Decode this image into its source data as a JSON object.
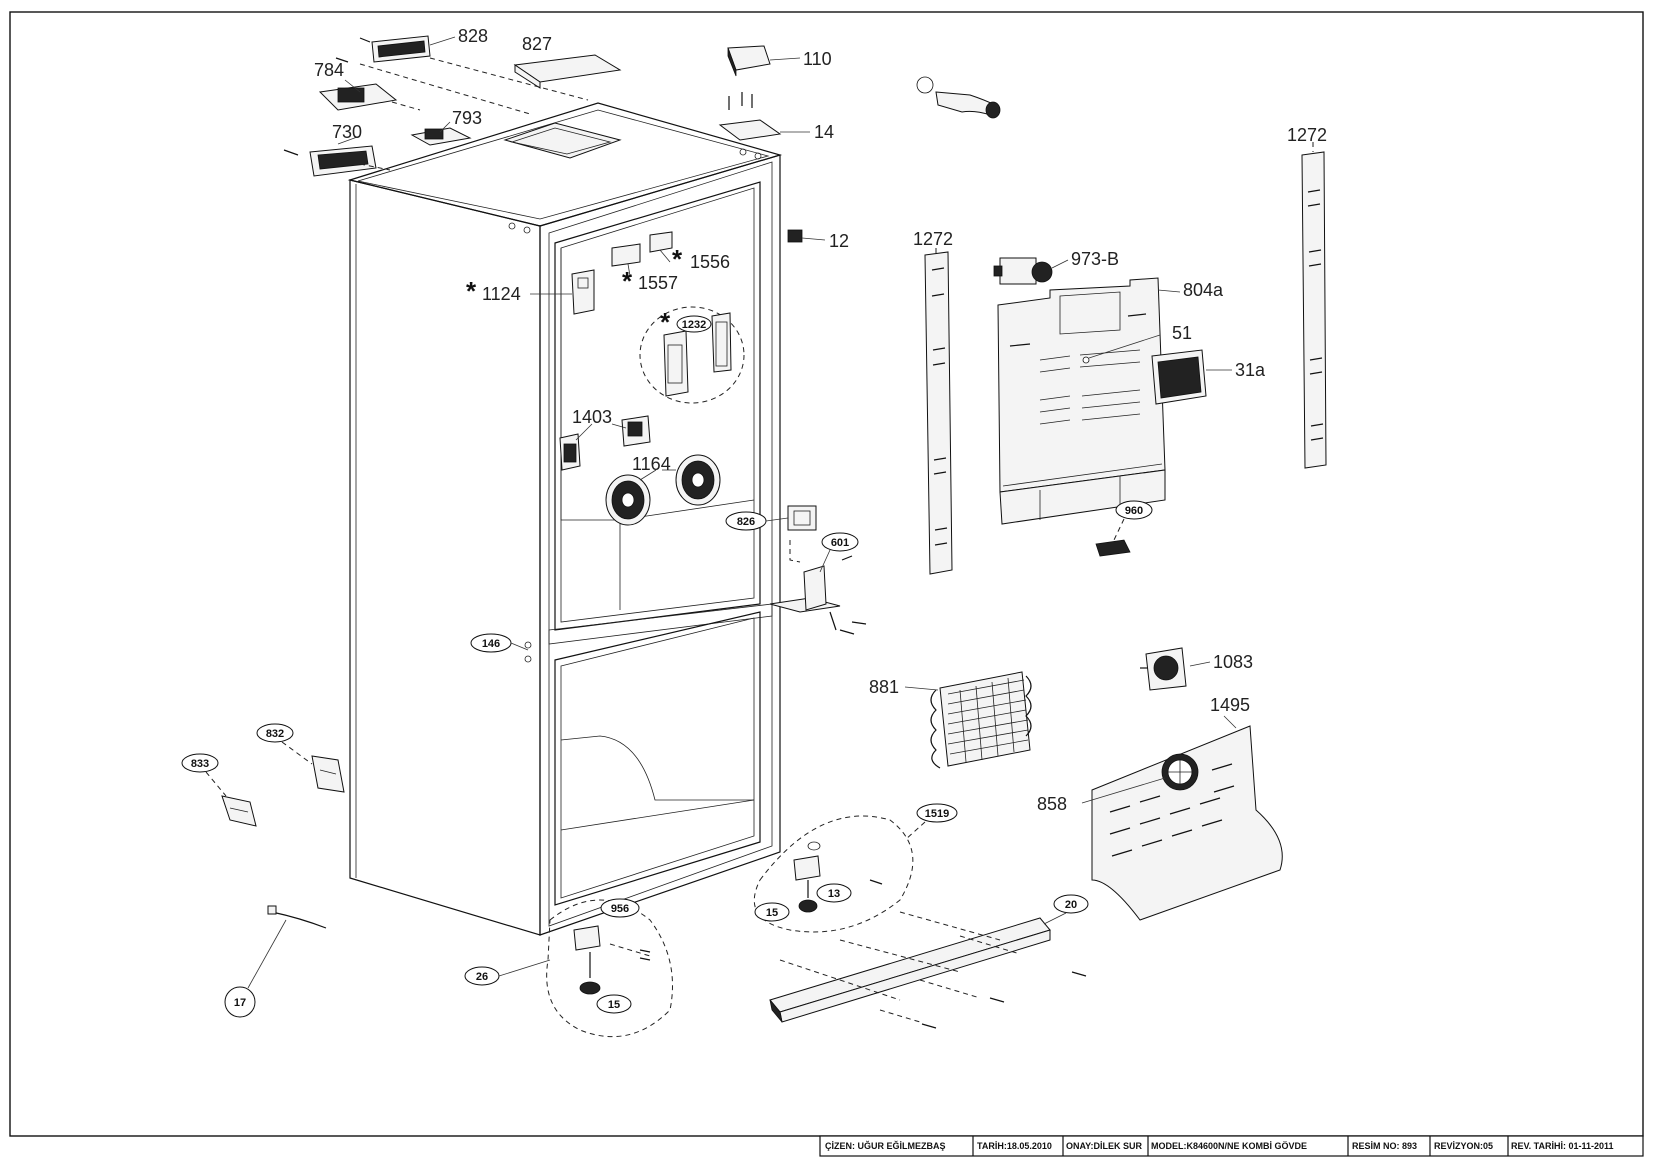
{
  "parts": {
    "p828": "828",
    "p827": "827",
    "p110": "110",
    "p784": "784",
    "p793": "793",
    "p730": "730",
    "p14": "14",
    "p12": "12",
    "p1272a": "1272",
    "p1272b": "1272",
    "p1556": "1556",
    "p1557": "1557",
    "p1124": "1124",
    "p1232": "1232",
    "p1403": "1403",
    "p1164": "1164",
    "p826": "826",
    "p601": "601",
    "p973b": "973-B",
    "p804a": "804a",
    "p51": "51",
    "p31a": "31a",
    "p960": "960",
    "p146": "146",
    "p881": "881",
    "p1083": "1083",
    "p1495": "1495",
    "p858": "858",
    "p832": "832",
    "p833": "833",
    "p1519": "1519",
    "p13": "13",
    "p15a": "15",
    "p15b": "15",
    "p956": "956",
    "p20": "20",
    "p26": "26",
    "p17": "17",
    "star": "*"
  },
  "title_block": {
    "drawn": "ÇİZEN: UĞUR EĞİLMEZBAŞ",
    "date": "TARİH:18.05.2010",
    "approved": "ONAY:DİLEK SUR",
    "model": "MODEL:K84600N/NE KOMBİ GÖVDE",
    "drawing_no": "RESİM NO: 893",
    "revision": "REVİZYON:05",
    "rev_date": "REV. TARİHİ: 01-11-2011"
  }
}
